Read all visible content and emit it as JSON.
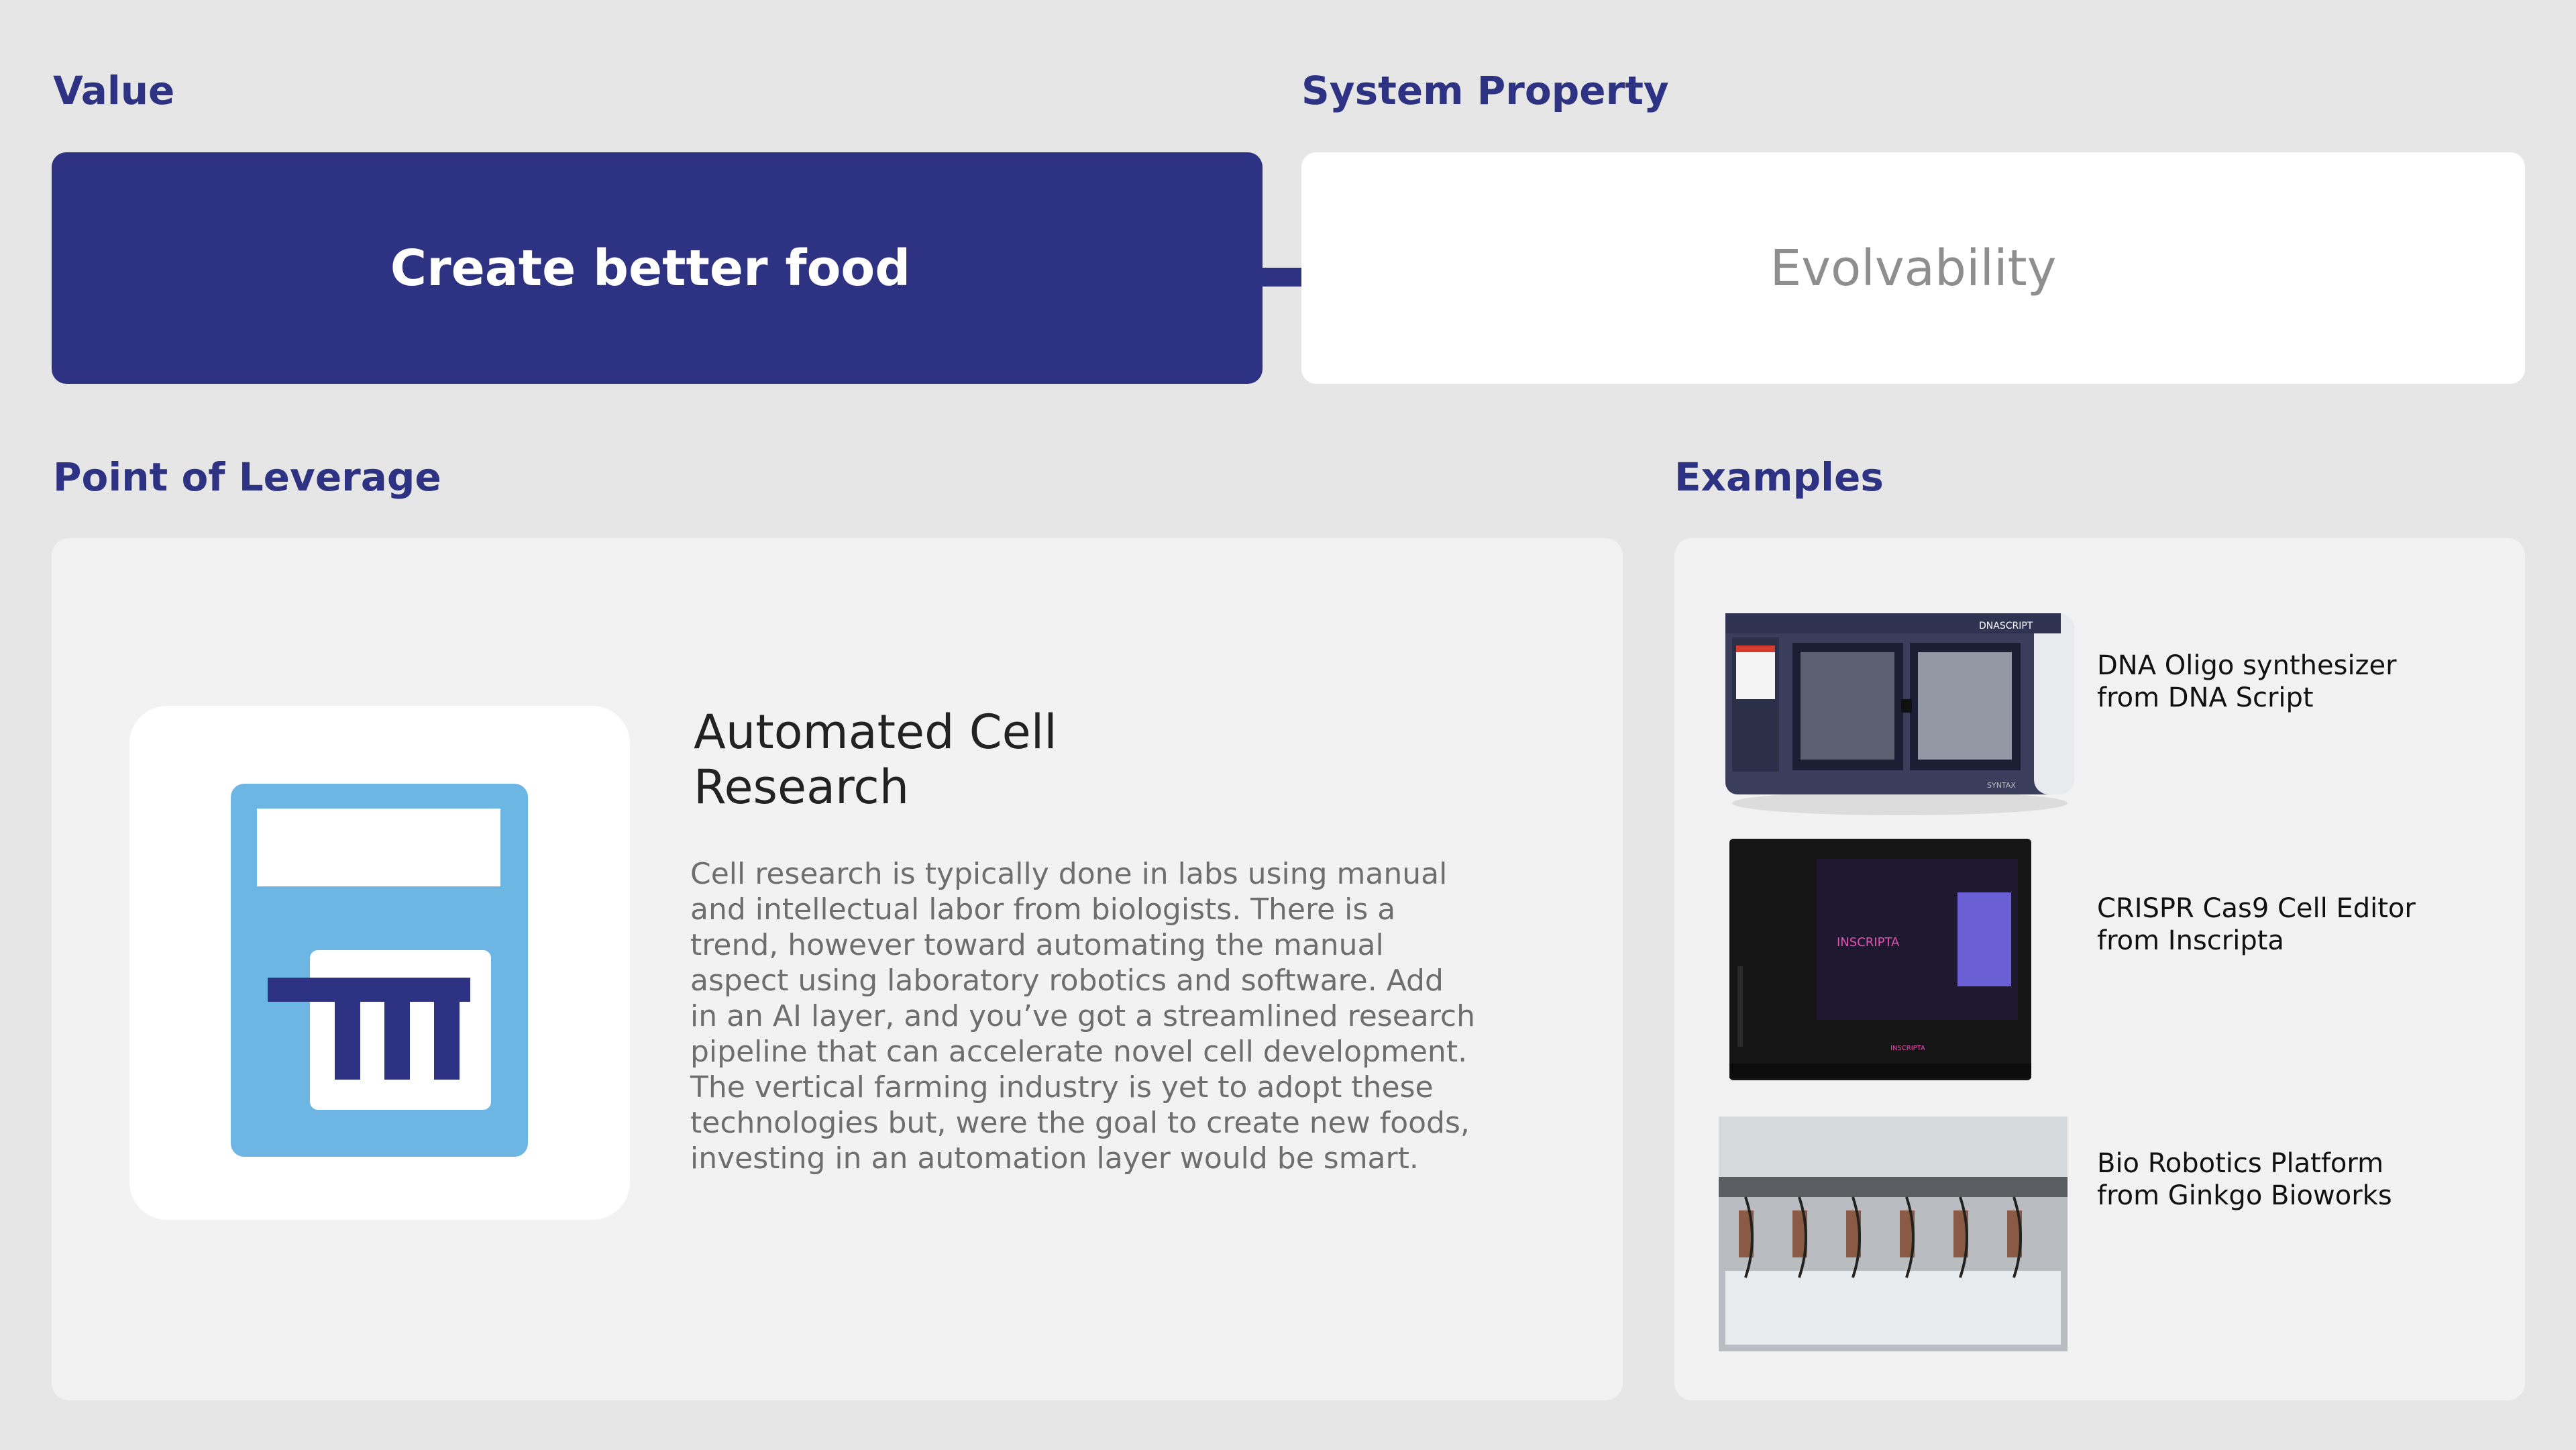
{
  "labels": {
    "value": "Value",
    "system_property": "System Property",
    "point_of_leverage": "Point of Leverage",
    "examples": "Examples"
  },
  "value_box": {
    "text": "Create better food"
  },
  "system_box": {
    "text": "Evolvability"
  },
  "leverage": {
    "icon": "lab-equipment-icon",
    "title_line1": "Automated Cell",
    "title_line2": "Research",
    "body_lines": [
      "Cell research is typically done in labs using manual",
      "and intellectual labor from biologists. There is a",
      "trend, however toward automating the manual",
      "aspect using laboratory robotics and software. Add",
      "in an AI layer, and you’ve got a streamlined research",
      "pipeline that can accelerate novel cell development.",
      "The vertical farming industry is yet to adopt these",
      "technologies but, were the goal to create new foods,",
      "investing in an automation layer would be smart."
    ]
  },
  "examples": [
    {
      "line1": "DNA Oligo synthesizer",
      "line2": "from DNA Script",
      "image": "dna-synthesizer-image",
      "brand": "DNASCRIPT",
      "model": "SYNTAX"
    },
    {
      "line1": "CRISPR Cas9 Cell Editor",
      "line2": "from Inscripta",
      "image": "cell-editor-image",
      "brand": "INSCRIPTA"
    },
    {
      "line1": "Bio Robotics Platform",
      "line2": "from Ginkgo Bioworks",
      "image": "robotics-platform-image"
    }
  ],
  "colors": {
    "accent": "#2e3283",
    "icon_blue": "#6db6e3",
    "background": "#e6e6e6",
    "panel": "#f2f2f2"
  }
}
